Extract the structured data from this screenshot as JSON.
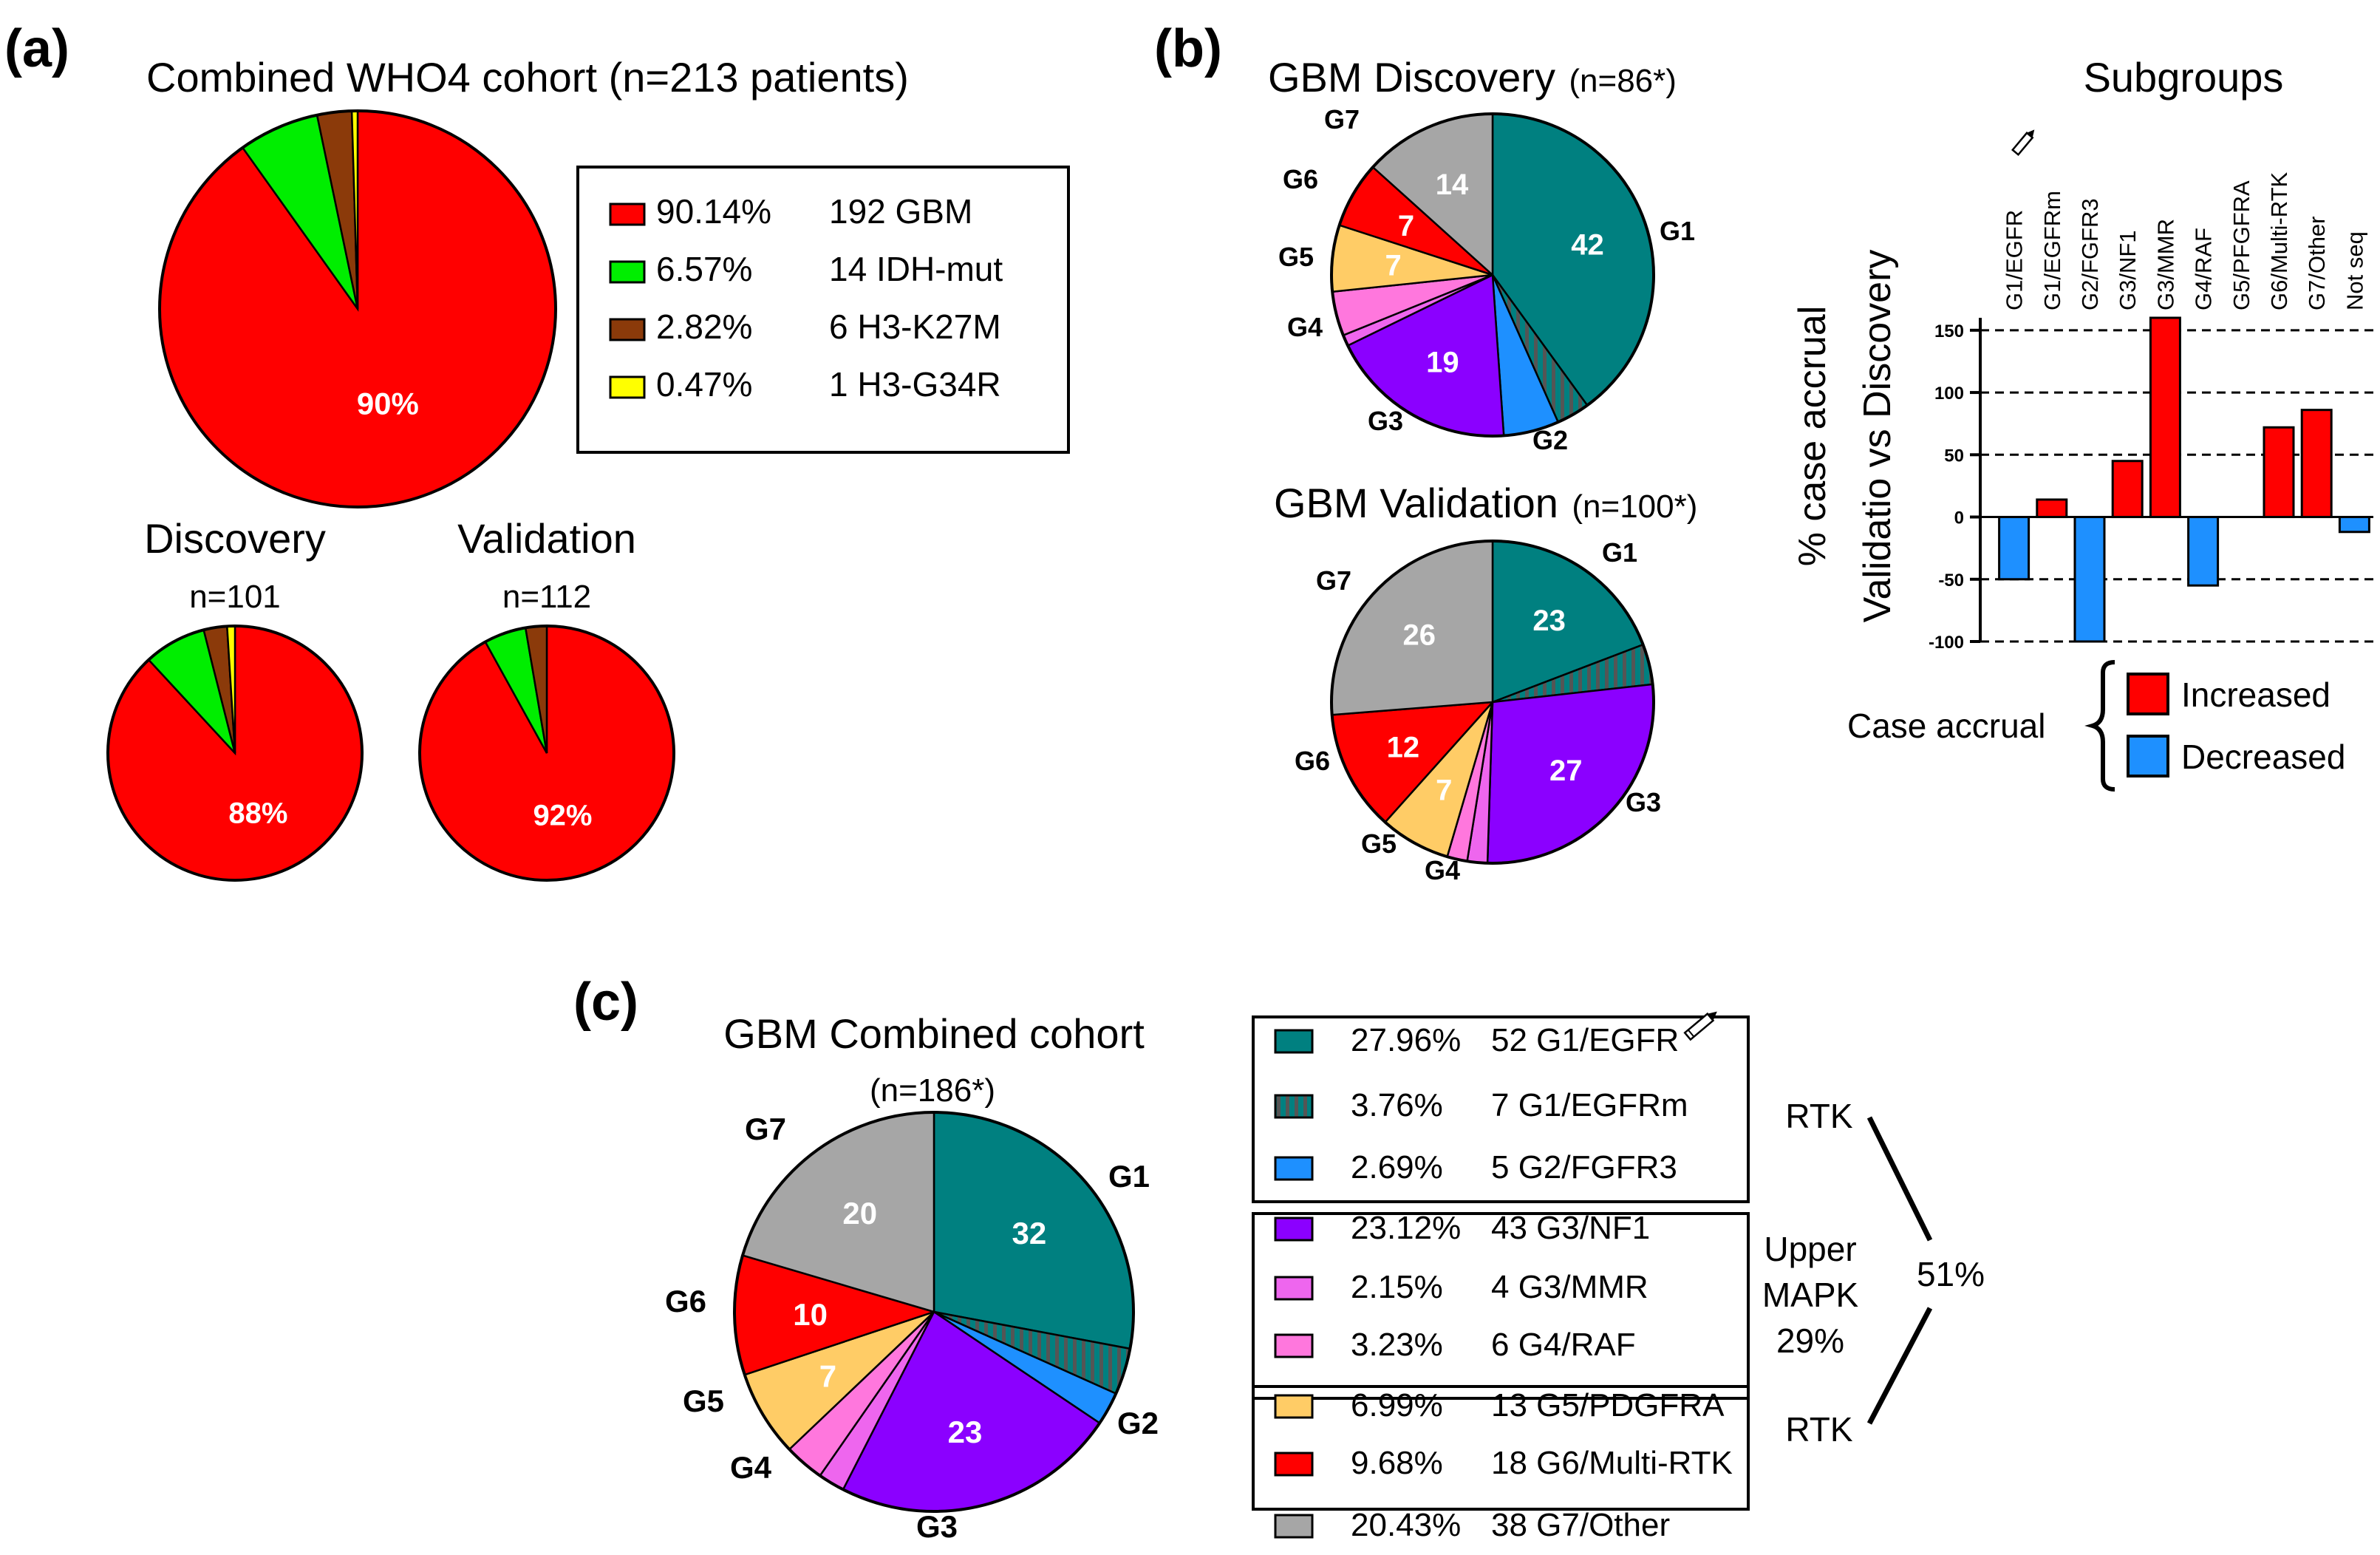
{
  "colors": {
    "gbm": "#ff0000",
    "idh": "#00ee00",
    "k27m": "#8b3a0a",
    "g34r": "#ffff00",
    "g1": "#008080",
    "g1m": "#008080",
    "g2": "#1e90ff",
    "g3": "#8b00ff",
    "g3mmr": "#ee66ee",
    "g4": "#ff77dd",
    "g5": "#ffcc66",
    "g6": "#ff0000",
    "g7": "#a6a6a6",
    "increased": "#ff0000",
    "decreased": "#1e90ff"
  },
  "panels": {
    "a": {
      "letter": "(a)",
      "title": "Combined WHO4 cohort (n=213 patients)",
      "legend": [
        {
          "pct": "90.14%",
          "text": "192 GBM",
          "color": "gbm"
        },
        {
          "pct": "6.57%",
          "text": "14 IDH-mut",
          "color": "idh"
        },
        {
          "pct": "2.82%",
          "text": "6 H3-K27M",
          "color": "k27m"
        },
        {
          "pct": "0.47%",
          "text": "1 H3-G34R",
          "color": "g34r"
        }
      ],
      "discovery": {
        "title": "Discovery",
        "n": "n=101"
      },
      "validation": {
        "title": "Validation",
        "n": "n=112"
      }
    },
    "b": {
      "letter": "(b)",
      "discovery": {
        "title": "GBM Discovery",
        "n": "(n=86*)"
      },
      "validation": {
        "title": "GBM Validation",
        "n": "(n=100*)"
      },
      "bar_title": "Subgroups",
      "ylabel_1": "% case accrual",
      "ylabel_2": "Validatio vs Discovery",
      "legend_title": "Case accrual",
      "legend": [
        {
          "text": "Increased",
          "color": "increased"
        },
        {
          "text": "Decreased",
          "color": "decreased"
        }
      ]
    },
    "c": {
      "letter": "(c)",
      "title": "GBM Combined cohort",
      "n": "(n=186*)",
      "legend": [
        {
          "pct": "27.96%",
          "text": "52 G1/EGFR",
          "color": "g1",
          "hatch": false,
          "pencil": true
        },
        {
          "pct": "3.76%",
          "text": "7 G1/EGFRm",
          "color": "g1m",
          "hatch": true,
          "pencil": false
        },
        {
          "pct": "2.69%",
          "text": "5 G2/FGFR3",
          "color": "g2",
          "hatch": false,
          "pencil": false
        },
        {
          "pct": "23.12%",
          "text": "43 G3/NF1",
          "color": "g3",
          "hatch": false,
          "pencil": false
        },
        {
          "pct": "2.15%",
          "text": "4 G3/MMR",
          "color": "g3mmr",
          "hatch": false,
          "pencil": false
        },
        {
          "pct": "3.23%",
          "text": "6 G4/RAF",
          "color": "g4",
          "hatch": false,
          "pencil": false
        },
        {
          "pct": "6.99%",
          "text": "13 G5/PDGFRA",
          "color": "g5",
          "hatch": false,
          "pencil": false
        },
        {
          "pct": "9.68%",
          "text": "18 G6/Multi-RTK",
          "color": "g6",
          "hatch": false,
          "pencil": false
        },
        {
          "pct": "20.43%",
          "text": "38 G7/Other",
          "color": "g7",
          "hatch": false,
          "pencil": false
        }
      ],
      "annotations": {
        "rtk_top": "RTK",
        "upper_1": "Upper",
        "upper_2": "MAPK",
        "upper_3": "29%",
        "total": "51%",
        "rtk_bottom": "RTK"
      }
    }
  },
  "chart_data": [
    {
      "id": "a_combined",
      "type": "pie",
      "title": "Combined WHO4 cohort (n=213 patients)",
      "slices": [
        {
          "label": "GBM",
          "value": 192,
          "color": "gbm",
          "text": "90%"
        },
        {
          "label": "IDH-mut",
          "value": 14,
          "color": "idh"
        },
        {
          "label": "H3-K27M",
          "value": 6,
          "color": "k27m"
        },
        {
          "label": "H3-G34R",
          "value": 1,
          "color": "g34r"
        }
      ]
    },
    {
      "id": "a_discovery",
      "type": "pie",
      "title": "Discovery",
      "slices": [
        {
          "label": "GBM",
          "value": 89,
          "color": "gbm",
          "text": "88%"
        },
        {
          "label": "IDH-mut",
          "value": 8,
          "color": "idh"
        },
        {
          "label": "H3-K27M",
          "value": 3,
          "color": "k27m"
        },
        {
          "label": "H3-G34R",
          "value": 1,
          "color": "g34r"
        }
      ]
    },
    {
      "id": "a_validation",
      "type": "pie",
      "title": "Validation",
      "slices": [
        {
          "label": "GBM",
          "value": 103,
          "color": "gbm",
          "text": "92%"
        },
        {
          "label": "IDH-mut",
          "value": 6,
          "color": "idh"
        },
        {
          "label": "H3-K27M",
          "value": 3,
          "color": "k27m"
        }
      ]
    },
    {
      "id": "b_discovery",
      "type": "pie",
      "title": "GBM Discovery",
      "slices": [
        {
          "label": "G1",
          "value": 36,
          "color": "g1",
          "text": "42"
        },
        {
          "label": "G1m",
          "value": 3,
          "color": "g1m",
          "hatch": true
        },
        {
          "label": "G2",
          "value": 5,
          "color": "g2"
        },
        {
          "label": "G3",
          "value": 17,
          "color": "g3",
          "text": "19"
        },
        {
          "label": "G3mmr",
          "value": 1,
          "color": "g3mmr"
        },
        {
          "label": "G4",
          "value": 4,
          "color": "g4"
        },
        {
          "label": "G5",
          "value": 6,
          "color": "g5",
          "text": "7"
        },
        {
          "label": "G6",
          "value": 6,
          "color": "g6",
          "text": "7"
        },
        {
          "label": "G7",
          "value": 12,
          "color": "g7",
          "text": "14"
        }
      ],
      "group_labels": [
        "G1",
        "G2",
        "G3",
        "G4",
        "G5",
        "G6",
        "G7"
      ]
    },
    {
      "id": "b_validation",
      "type": "pie",
      "title": "GBM Validation",
      "slices": [
        {
          "label": "G1",
          "value": 19,
          "color": "g1",
          "text": "23"
        },
        {
          "label": "G1m",
          "value": 4,
          "color": "g1m",
          "hatch": true
        },
        {
          "label": "G3",
          "value": 27,
          "color": "g3",
          "text": "27"
        },
        {
          "label": "G3mmr",
          "value": 2,
          "color": "g3mmr"
        },
        {
          "label": "G4",
          "value": 2,
          "color": "g4"
        },
        {
          "label": "G5",
          "value": 7,
          "color": "g5",
          "text": "7"
        },
        {
          "label": "G6",
          "value": 12,
          "color": "g6",
          "text": "12"
        },
        {
          "label": "G7",
          "value": 26,
          "color": "g7",
          "text": "26"
        }
      ],
      "group_labels": [
        "G1",
        "G3",
        "G4",
        "G5",
        "G6",
        "G7"
      ]
    },
    {
      "id": "b_bar",
      "type": "bar",
      "title": "Subgroups",
      "ylabel": "% case accrual Validatio vs Discovery",
      "ylim": [
        -100,
        160
      ],
      "yticks": [
        150,
        100,
        50,
        0,
        -50,
        -100
      ],
      "grid": "dashed",
      "categories": [
        "G1/EGFR",
        "G1/EGFRm",
        "G2/FGFR3",
        "G3/NF1",
        "G3/MMR",
        "G4/RAF",
        "G5/PFGFRA",
        "G6/Multi-RTK",
        "G7/Other",
        "Not seq"
      ],
      "values": [
        -50,
        14,
        -100,
        45,
        160,
        -55,
        0,
        72,
        86,
        -12
      ]
    },
    {
      "id": "c_combined",
      "type": "pie",
      "title": "GBM Combined cohort",
      "slices": [
        {
          "label": "G1",
          "value": 52,
          "color": "g1",
          "text": "32"
        },
        {
          "label": "G1m",
          "value": 7,
          "color": "g1m",
          "hatch": true
        },
        {
          "label": "G2",
          "value": 5,
          "color": "g2"
        },
        {
          "label": "G3",
          "value": 43,
          "color": "g3",
          "text": "23"
        },
        {
          "label": "G3mmr",
          "value": 4,
          "color": "g3mmr"
        },
        {
          "label": "G4",
          "value": 6,
          "color": "g4"
        },
        {
          "label": "G5",
          "value": 13,
          "color": "g5",
          "text": "7"
        },
        {
          "label": "G6",
          "value": 18,
          "color": "g6",
          "text": "10"
        },
        {
          "label": "G7",
          "value": 38,
          "color": "g7",
          "text": "20"
        }
      ],
      "group_labels": [
        "G1",
        "G2",
        "G3",
        "G4",
        "G5",
        "G6",
        "G7"
      ]
    }
  ]
}
